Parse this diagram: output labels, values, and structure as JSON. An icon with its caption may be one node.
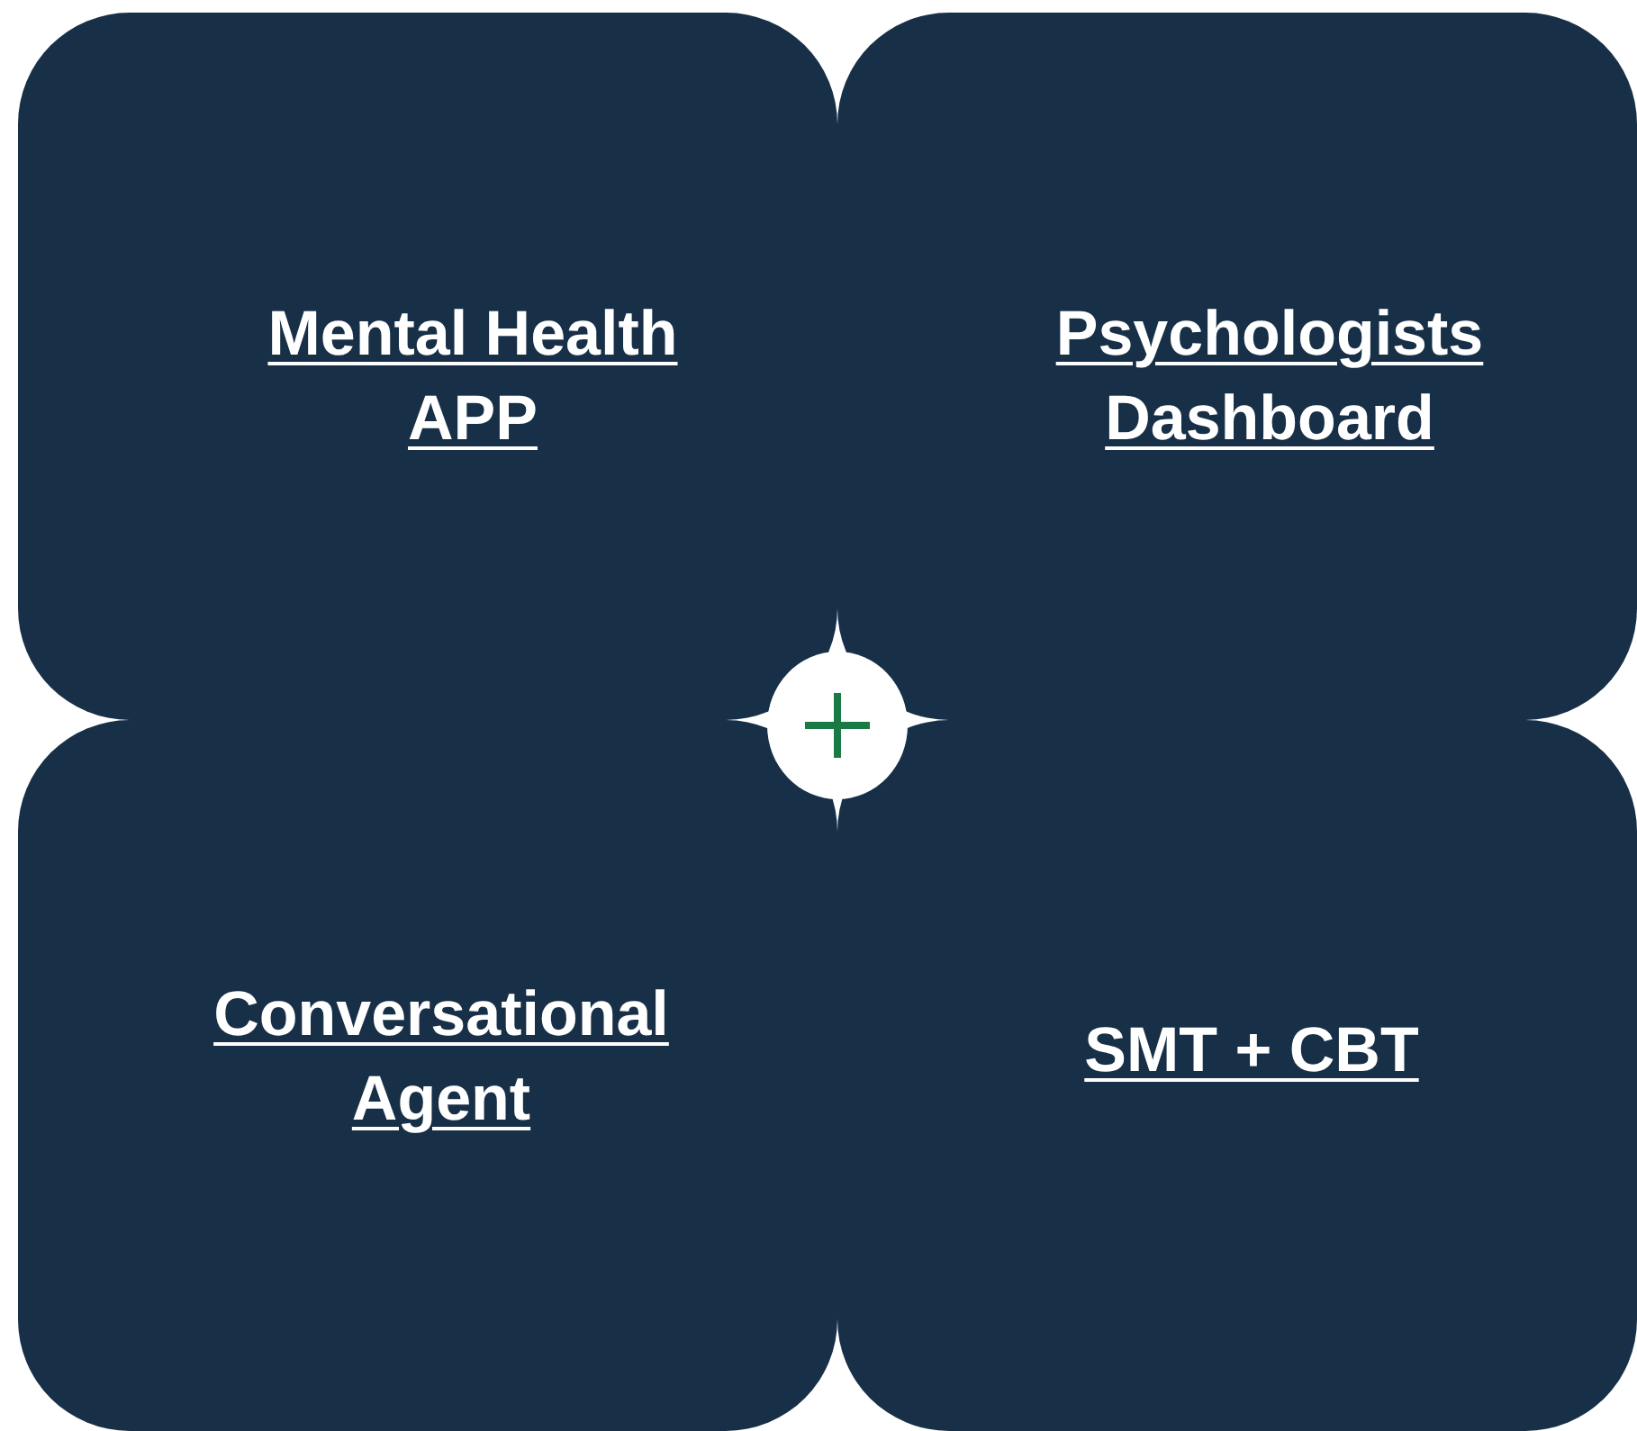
{
  "diagram": {
    "nodes": [
      {
        "text": [
          "Mental Health APP"
        ]
      },
      {
        "text": [
          "Psychologists Dashboard"
        ]
      },
      {
        "text": [
          "Conversational Agent"
        ]
      },
      {
        "text": [
          "SMT + CBT"
        ]
      }
    ]
  }
}
